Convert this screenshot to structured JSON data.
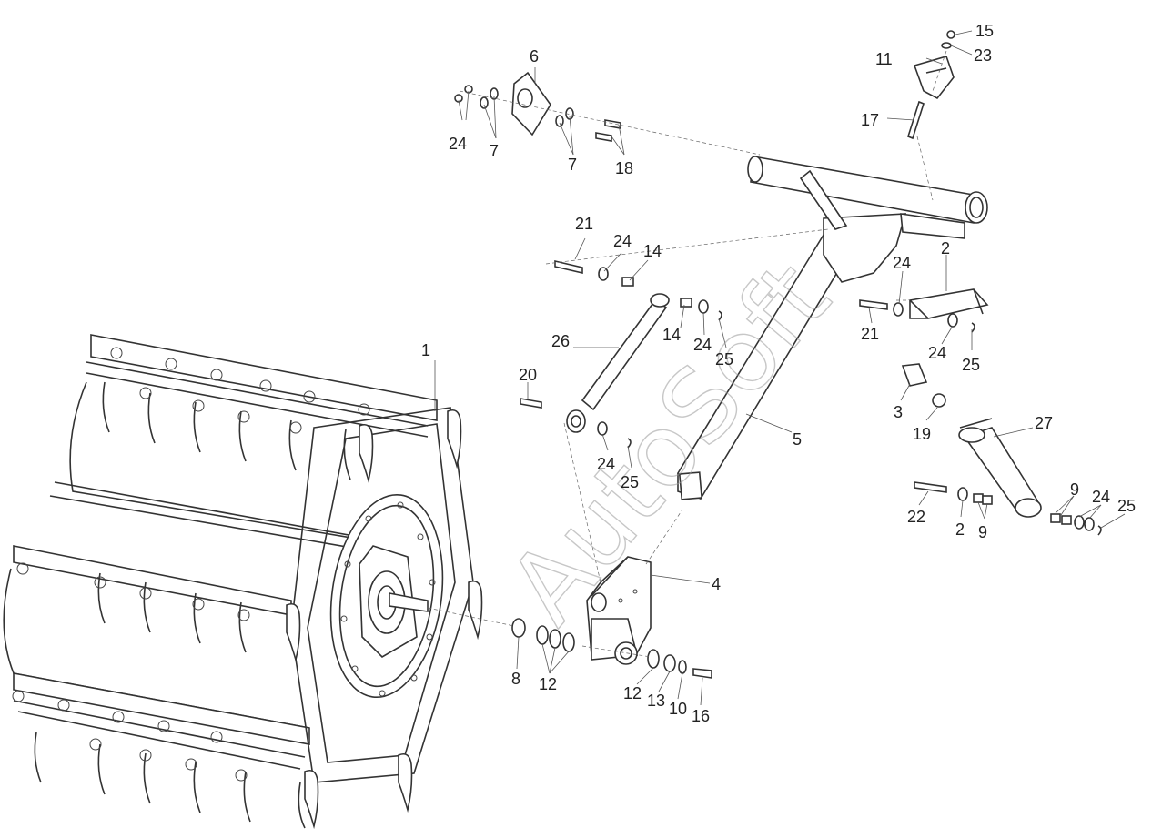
{
  "watermark": "AutoSoft",
  "callouts": {
    "c1": "1",
    "c2a": "2",
    "c2b": "2",
    "c3": "3",
    "c4": "4",
    "c5": "5",
    "c6": "6",
    "c7a": "7",
    "c7b": "7",
    "c8": "8",
    "c9a": "9",
    "c9b": "9",
    "c10": "10",
    "c11": "11",
    "c12a": "12",
    "c12b": "12",
    "c13": "13",
    "c14a": "14",
    "c14b": "14",
    "c15": "15",
    "c16": "16",
    "c17": "17",
    "c18": "18",
    "c19": "19",
    "c20": "20",
    "c21a": "21",
    "c21b": "21",
    "c22": "22",
    "c23": "23",
    "c24a": "24",
    "c24b": "24",
    "c24c": "24",
    "c24d": "24",
    "c24e": "24",
    "c24f": "24",
    "c24g": "24",
    "c25a": "25",
    "c25b": "25",
    "c25c": "25",
    "c25d": "25",
    "c26": "26",
    "c27": "27"
  }
}
